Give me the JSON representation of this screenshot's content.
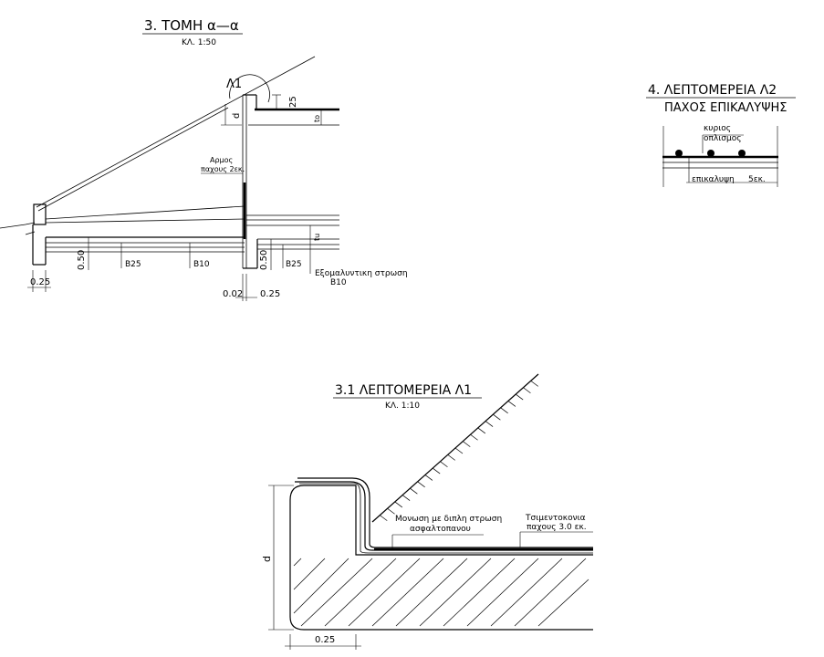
{
  "section_a": {
    "title": "3. ΤΟΜΗ α—α",
    "scale": "ΚΛ. 1:50",
    "detail_ref": "Λ1",
    "labels": {
      "dim_25": "25",
      "dim_d": "d",
      "dim_to": "to",
      "dim_tu": "tu",
      "joint": "Αρμος",
      "joint_thickness": "παχους 2εκ.",
      "b25_left": "B25",
      "b10": "B10",
      "b25_right": "B25",
      "leveling": "Εξομαλυντικη στρωση",
      "leveling_grade": "B10",
      "dim_050_left": "0.50",
      "dim_050_right": "0.50",
      "dim_025": "0.25",
      "dim_002": "0.02",
      "dim_025_b": "0.25"
    }
  },
  "detail_l2": {
    "title": "4. ΛΕΠΤΟΜΕΡΕΙΑ Λ2",
    "subtitle": "ΠΑΧΟΣ ΕΠΙΚΑΛΥΨΗΣ",
    "main_reinf_1": "κυριος",
    "main_reinf_2": "οπλισμος",
    "cover": "επικαλυψη",
    "cover_value": "5εκ."
  },
  "detail_l1": {
    "title": "3.1 ΛΕΠΤΟΜΕΡΕΙΑ Λ1",
    "scale": "ΚΛ. 1:10",
    "insulation_1": "Μονωση με διπλη στρωση",
    "insulation_2": "ασφαλτοπανου",
    "cement_1": "Τσιμεντοκονια",
    "cement_2": "παχους 3.0 εκ.",
    "dim_d": "d",
    "dim_025": "0.25"
  }
}
